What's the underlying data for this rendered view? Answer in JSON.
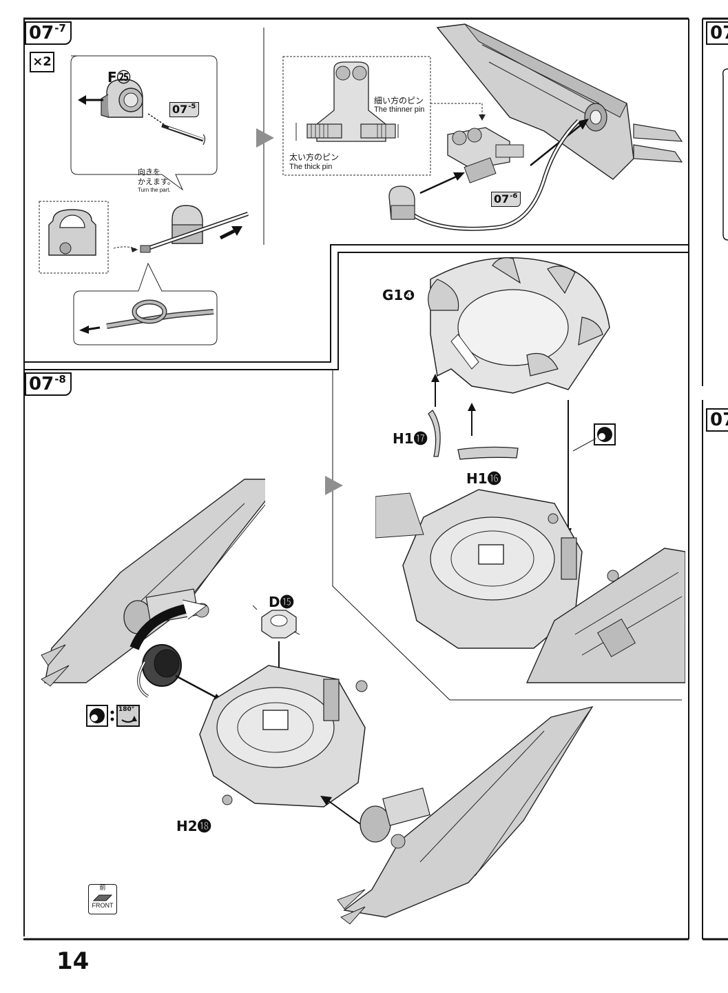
{
  "page": {
    "number": "14"
  },
  "step_07_7": {
    "tag_main": "07",
    "tag_sub": "-7",
    "multiplier": "×2",
    "part_f": "F㉕",
    "ref_07_5_main": "07",
    "ref_07_5_sub": "-5",
    "turn_jp_1": "向きを",
    "turn_jp_2": "かえます。",
    "turn_en": "Turn the part.",
    "thin_pin_jp": "細い方のピン",
    "thin_pin_en": "The thinner pin",
    "thick_pin_jp": "太い方のピン",
    "thick_pin_en": "The thick pin",
    "ref_07_6_main": "07",
    "ref_07_6_sub": "-6"
  },
  "step_07_8": {
    "tag_main": "07",
    "tag_sub": "-8",
    "part_g1": "G1❹",
    "part_h1_17": "H1⓱",
    "part_h1_16": "H1⓰",
    "part_d": "D⓯",
    "part_h2": "H2⓲",
    "rotate_label": "180°",
    "front_jp": "前",
    "front_en": "FRONT"
  },
  "next_step_partial": {
    "tag_a": "07",
    "tag_b": "07"
  }
}
